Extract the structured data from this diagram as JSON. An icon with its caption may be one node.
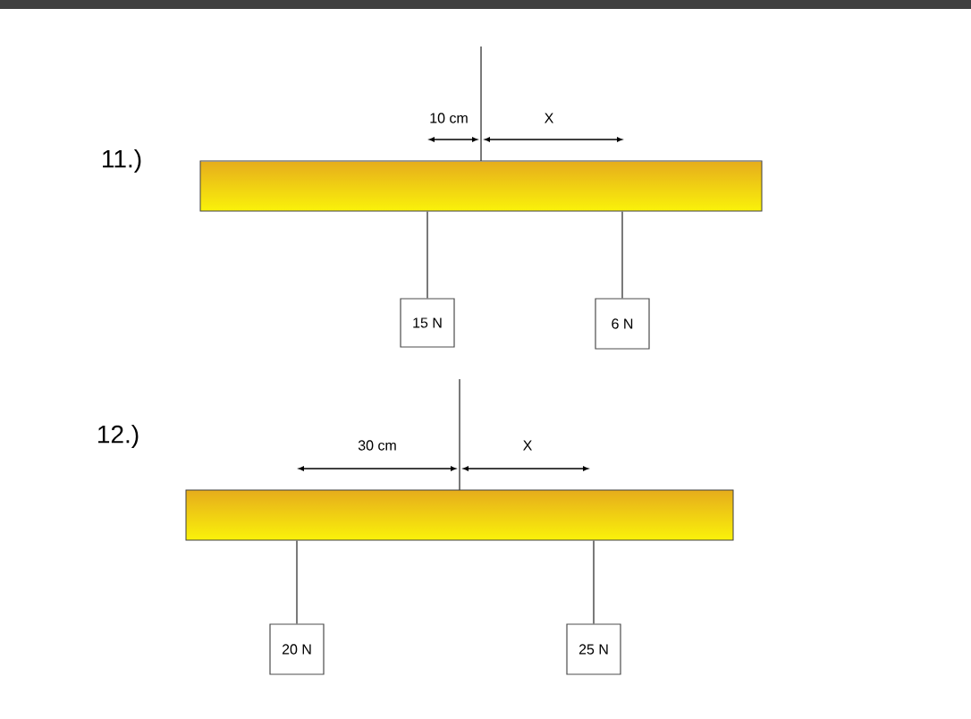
{
  "diagram": {
    "nodes": [
      {
        "text": [],
        "shape": "bar"
      },
      {
        "text": [
          "15 N"
        ]
      },
      {
        "text": [
          "6 N"
        ]
      },
      {
        "text": [],
        "shape": "bar"
      },
      {
        "text": [
          "20 N"
        ]
      },
      {
        "text": [
          "25 N"
        ]
      }
    ],
    "edges": [
      {
        "from": 0,
        "to": 1,
        "arrow": "none"
      },
      {
        "from": 0,
        "to": 2,
        "arrow": "none"
      },
      {
        "from": 3,
        "to": 4,
        "arrow": "none"
      },
      {
        "from": 3,
        "to": 5,
        "arrow": "none"
      }
    ],
    "labels": [
      "11.)",
      "10 cm",
      "X",
      "12.)",
      "30 cm",
      "X"
    ]
  }
}
